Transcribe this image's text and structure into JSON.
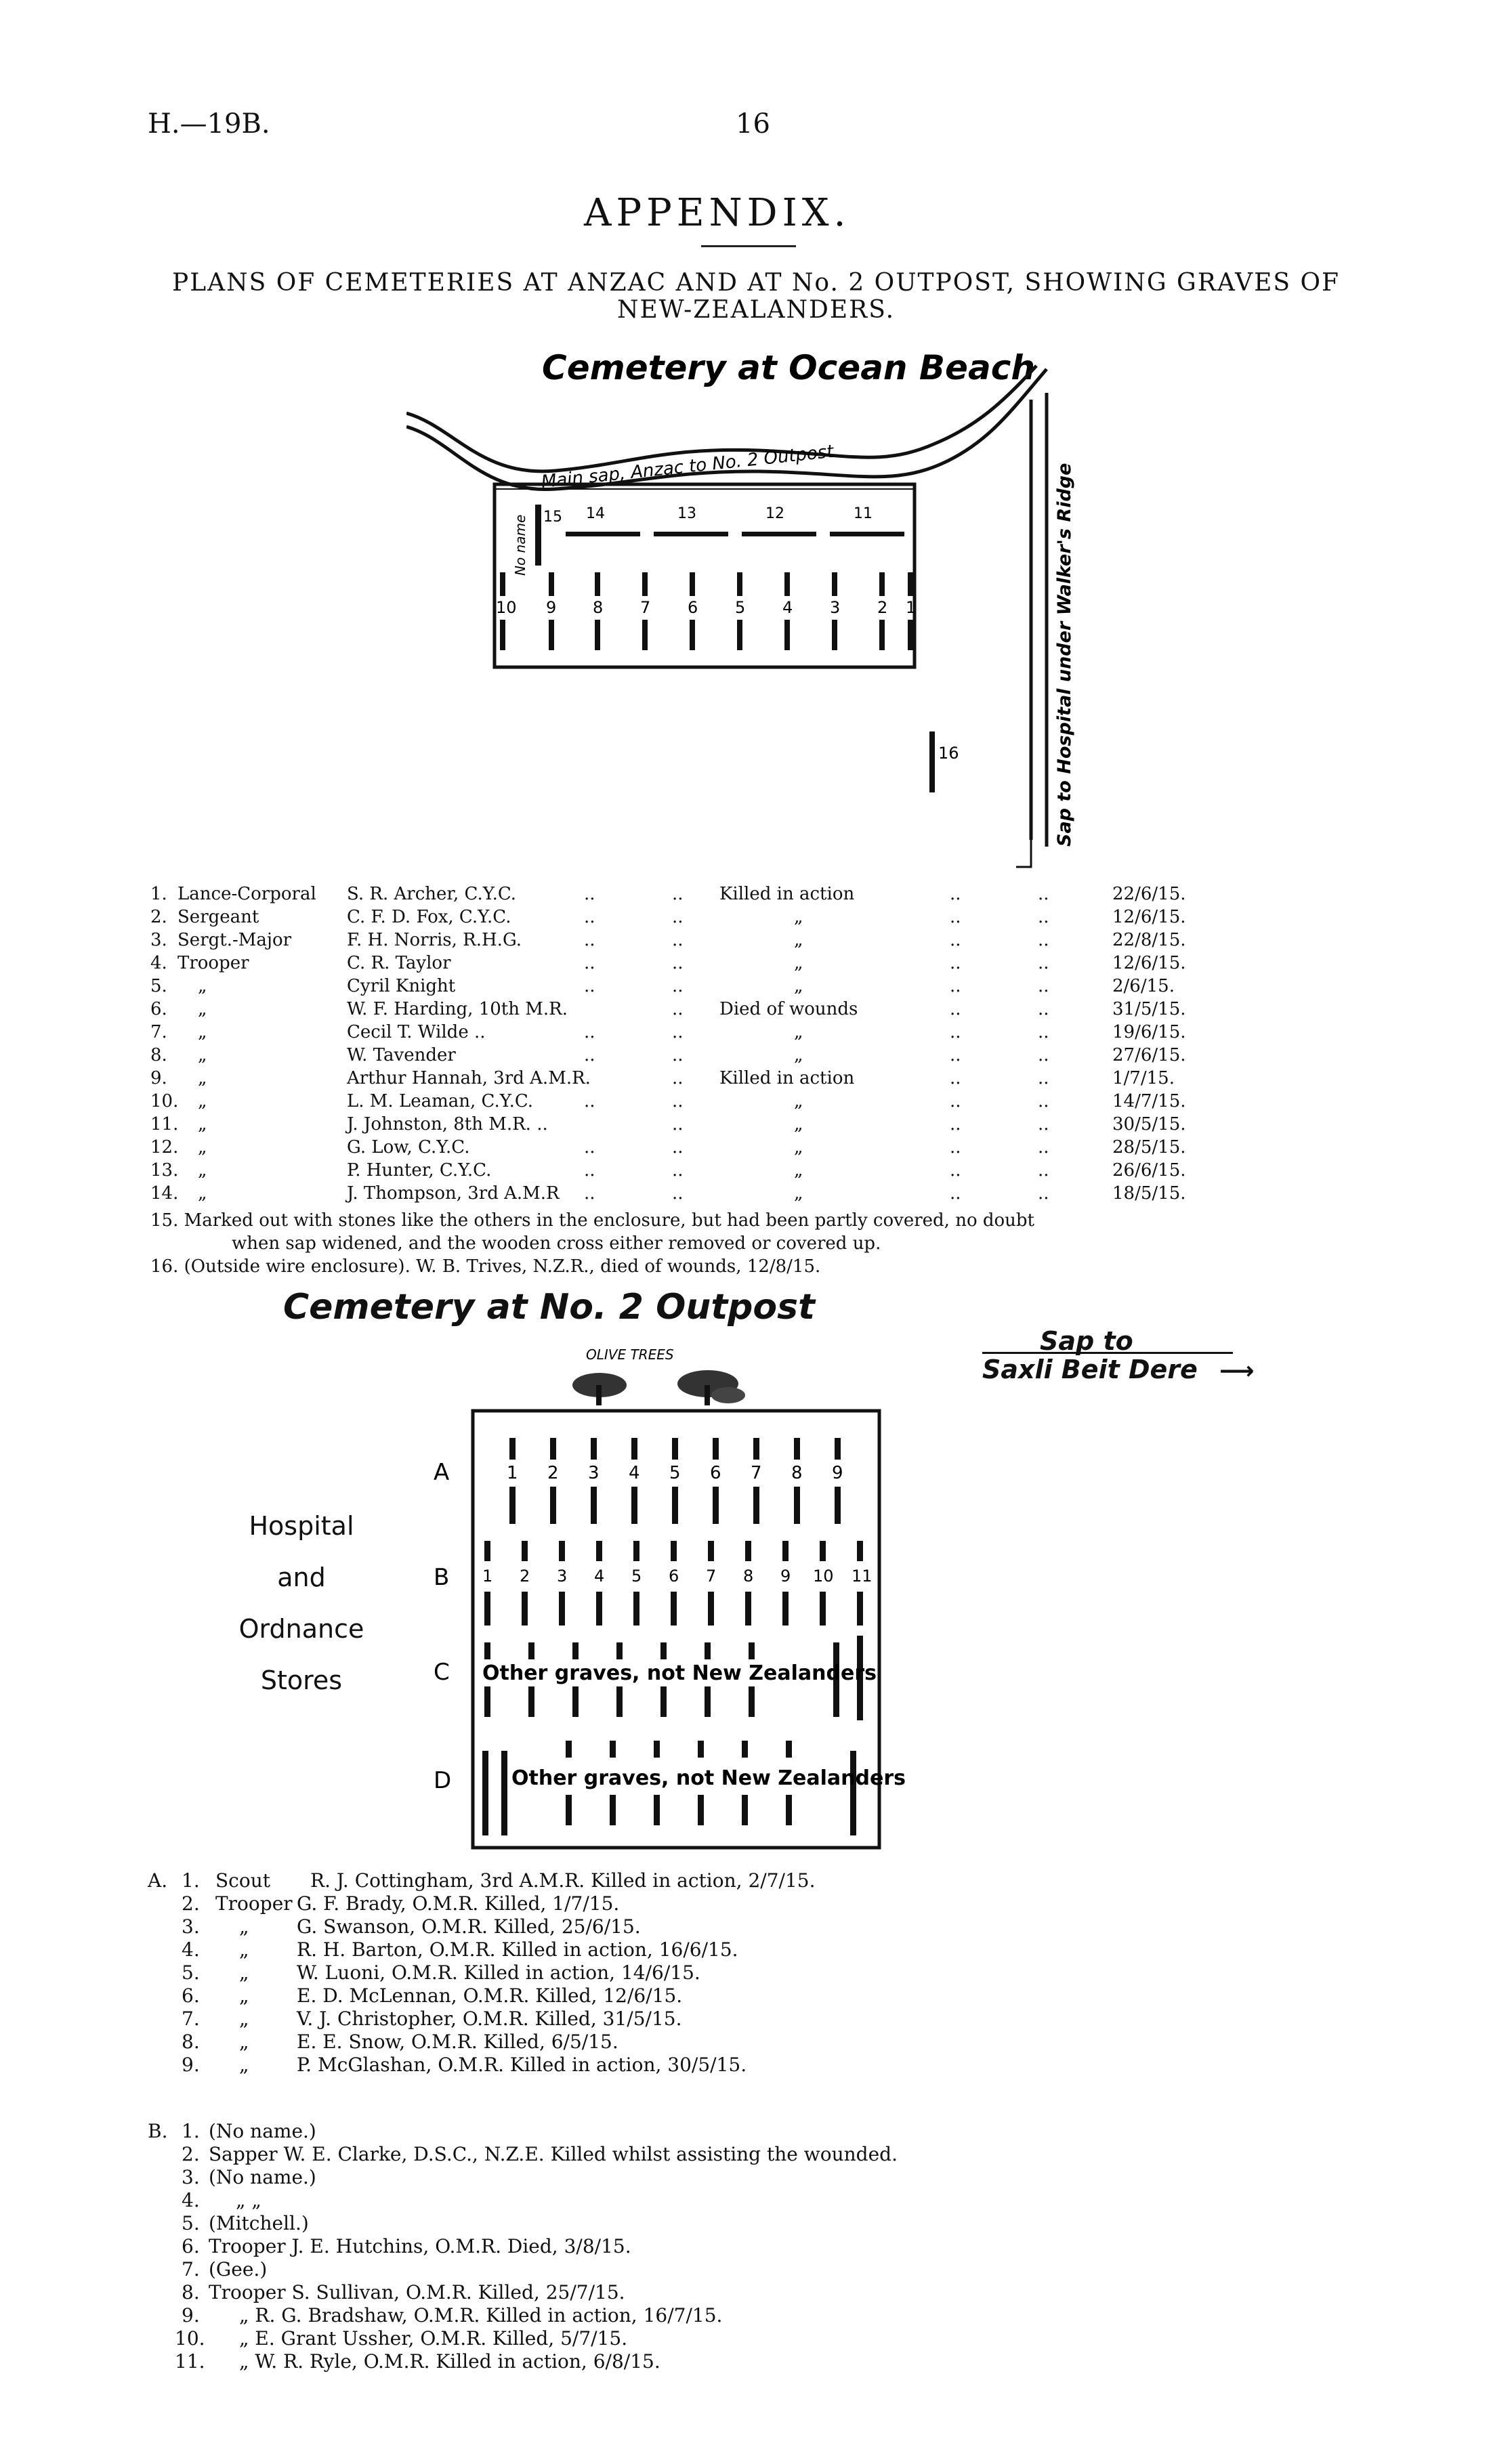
{
  "header": {
    "code": "H.—19B.",
    "page_number": "16"
  },
  "title": "APPENDIX.",
  "subtitle_line1": "PLANS OF CEMETERIES AT ANZAC AND AT No. 2 OUTPOST, SHOWING GRAVES OF",
  "subtitle_line2": "NEW-ZEALANDERS.",
  "ocean": {
    "title": "Cemetery at Ocean Beach",
    "sap_main": "Main sap, Anzac to No. 2 Outpost",
    "sap_side": "Sap to Hospital under Walker's Ridge",
    "no_name": "No name",
    "top_labels": [
      "15",
      "14",
      "13",
      "12",
      "11"
    ],
    "mid_labels": [
      "10",
      "9",
      "8",
      "7",
      "6",
      "5",
      "4",
      "3",
      "2",
      "1"
    ],
    "outside_label": "16"
  },
  "ocean_list": [
    {
      "n": "1.",
      "rank": "Lance-Corporal",
      "name": "S. R. Archer, C.Y.C.",
      "d1": "..",
      "d2": "..",
      "fate": "Killed in action",
      "d3": "..",
      "d4": "..",
      "date": "22/6/15."
    },
    {
      "n": "2.",
      "rank": "Sergeant",
      "name": "C. F. D. Fox, C.Y.C.",
      "d1": "..",
      "d2": "..",
      "fate": "„",
      "d3": "..",
      "d4": "..",
      "date": "12/6/15."
    },
    {
      "n": "3.",
      "rank": "Sergt.-Major",
      "name": "F. H. Norris, R.H.G.",
      "d1": "..",
      "d2": "..",
      "fate": "„",
      "d3": "..",
      "d4": "..",
      "date": "22/8/15."
    },
    {
      "n": "4.",
      "rank": "Trooper",
      "name": "C. R. Taylor",
      "d1": "..",
      "d2": "..",
      "fate": "„",
      "d3": "..",
      "d4": "..",
      "date": "12/6/15."
    },
    {
      "n": "5.",
      "rank": "„",
      "name": "Cyril Knight",
      "d1": "..",
      "d2": "..",
      "fate": "„",
      "d3": "..",
      "d4": "..",
      "date": "2/6/15."
    },
    {
      "n": "6.",
      "rank": "„",
      "name": "W. F. Harding, 10th M.R.",
      "d1": "",
      "d2": "..",
      "fate": "Died of wounds",
      "d3": "..",
      "d4": "..",
      "date": "31/5/15."
    },
    {
      "n": "7.",
      "rank": "„",
      "name": "Cecil T. Wilde ..",
      "d1": "..",
      "d2": "..",
      "fate": "„",
      "d3": "..",
      "d4": "..",
      "date": "19/6/15."
    },
    {
      "n": "8.",
      "rank": "„",
      "name": "W. Tavender",
      "d1": "..",
      "d2": "..",
      "fate": "„",
      "d3": "..",
      "d4": "..",
      "date": "27/6/15."
    },
    {
      "n": "9.",
      "rank": "„",
      "name": "Arthur Hannah, 3rd A.M.R.",
      "d1": "",
      "d2": "..",
      "fate": "Killed in action",
      "d3": "..",
      "d4": "..",
      "date": "1/7/15."
    },
    {
      "n": "10.",
      "rank": "„",
      "name": "L. M. Leaman, C.Y.C.",
      "d1": "..",
      "d2": "..",
      "fate": "„",
      "d3": "..",
      "d4": "..",
      "date": "14/7/15."
    },
    {
      "n": "11.",
      "rank": "„",
      "name": "J. Johnston, 8th M.R. ..",
      "d1": "",
      "d2": "..",
      "fate": "„",
      "d3": "..",
      "d4": "..",
      "date": "30/5/15."
    },
    {
      "n": "12.",
      "rank": "„",
      "name": "G. Low, C.Y.C.",
      "d1": "..",
      "d2": "..",
      "fate": "„",
      "d3": "..",
      "d4": "..",
      "date": "28/5/15."
    },
    {
      "n": "13.",
      "rank": "„",
      "name": "P. Hunter, C.Y.C.",
      "d1": "..",
      "d2": "..",
      "fate": "„",
      "d3": "..",
      "d4": "..",
      "date": "26/6/15."
    },
    {
      "n": "14.",
      "rank": "„",
      "name": "J. Thompson, 3rd A.M.R",
      "d1": "..",
      "d2": "..",
      "fate": "„",
      "d3": "..",
      "d4": "..",
      "date": "18/5/15."
    }
  ],
  "note15_line1": "15. Marked out with stones like the others in the enclosure, but had been partly covered, no doubt",
  "note15_line2": "when sap widened, and the wooden cross either removed or covered up.",
  "note16": "16. (Outside wire enclosure). W. B. Trives, N.Z.R., died of wounds, 12/8/15.",
  "outpost": {
    "title": "Cemetery at No. 2 Outpost",
    "olive": "OLIVE  TREES",
    "sap_line1": "Sap to",
    "sap_line2": "Saxli Beit Dere",
    "side_line1": "Hospital",
    "side_line2": "and",
    "side_line3": "Ordnance",
    "side_line4": "Stores",
    "row_a": "A",
    "row_b": "B",
    "row_c": "C",
    "row_d": "D",
    "a_numbers": [
      "1",
      "2",
      "3",
      "4",
      "5",
      "6",
      "7",
      "8",
      "9"
    ],
    "b_numbers": [
      "1",
      "2",
      "3",
      "4",
      "5",
      "6",
      "7",
      "8",
      "9",
      "10",
      "11"
    ],
    "other_c": "Other graves, not New Zealanders",
    "other_d": "Other graves, not New Zealanders"
  },
  "list_a": [
    {
      "pre": "A.",
      "n": "1.",
      "rank": "Scout",
      "text": "R. J. Cottingham, 3rd A.M.R.   Killed in action, 2/7/15."
    },
    {
      "pre": "",
      "n": "2.",
      "rank": "Trooper",
      "text": "G. F. Brady, O.M.R.   Killed, 1/7/15."
    },
    {
      "pre": "",
      "n": "3.",
      "rank": "„",
      "text": "G. Swanson, O.M.R.   Killed, 25/6/15."
    },
    {
      "pre": "",
      "n": "4.",
      "rank": "„",
      "text": "R. H. Barton, O.M.R.   Killed in action, 16/6/15."
    },
    {
      "pre": "",
      "n": "5.",
      "rank": "„",
      "text": "W. Luoni, O.M.R.   Killed in action, 14/6/15."
    },
    {
      "pre": "",
      "n": "6.",
      "rank": "„",
      "text": "E. D. McLennan, O.M.R.   Killed, 12/6/15."
    },
    {
      "pre": "",
      "n": "7.",
      "rank": "„",
      "text": "V. J. Christopher, O.M.R.   Killed, 31/5/15."
    },
    {
      "pre": "",
      "n": "8.",
      "rank": "„",
      "text": "E. E. Snow, O.M.R.   Killed, 6/5/15."
    },
    {
      "pre": "",
      "n": "9.",
      "rank": "„",
      "text": "P. McGlashan, O.M.R.   Killed in action, 30/5/15."
    }
  ],
  "list_b": [
    {
      "pre": "B.",
      "n": "1.",
      "text": "(No name.)"
    },
    {
      "pre": "",
      "n": "2.",
      "text": "Sapper W. E. Clarke, D.S.C., N.Z.E.   Killed whilst assisting the wounded."
    },
    {
      "pre": "",
      "n": "3.",
      "text": "(No name.)"
    },
    {
      "pre": "",
      "n": "4.",
      "text": "„   „"
    },
    {
      "pre": "",
      "n": "5.",
      "text": "(Mitchell.)"
    },
    {
      "pre": "",
      "n": "6.",
      "text": "Trooper J. E. Hutchins, O.M.R.   Died, 3/8/15."
    },
    {
      "pre": "",
      "n": "7.",
      "text": "(Gee.)"
    },
    {
      "pre": "",
      "n": "8.",
      "text": "Trooper S. Sullivan, O.M.R.   Killed, 25/7/15."
    },
    {
      "pre": "",
      "n": "9.",
      "text": "„      R. G. Bradshaw, O.M.R.   Killed in action, 16/7/15."
    },
    {
      "pre": "",
      "n": "10.",
      "text": "„      E. Grant Ussher, O.M.R.   Killed, 5/7/15."
    },
    {
      "pre": "",
      "n": "11.",
      "text": "„      W. R. Ryle, O.M.R.   Killed in action, 6/8/15."
    }
  ]
}
